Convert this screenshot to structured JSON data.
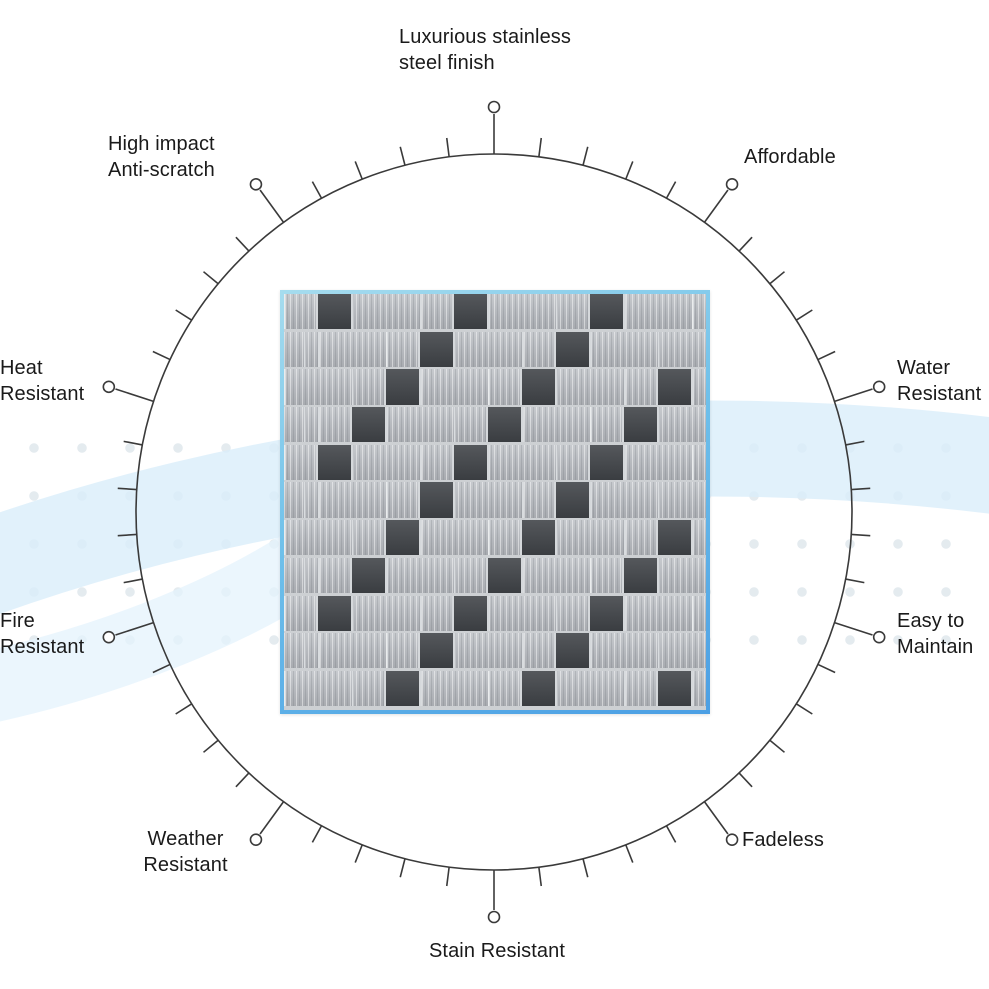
{
  "diagram": {
    "features": [
      {
        "id": "luxurious-finish",
        "label": "Luxurious stainless steel finish"
      },
      {
        "id": "affordable",
        "label": "Affordable"
      },
      {
        "id": "water-resistant",
        "label": "Water Resistant"
      },
      {
        "id": "easy-to-maintain",
        "label": "Easy to Maintain"
      },
      {
        "id": "fadeless",
        "label": "Fadeless"
      },
      {
        "id": "stain-resistant",
        "label": "Stain Resistant"
      },
      {
        "id": "weather-resistant",
        "label": "Weather Resistant"
      },
      {
        "id": "fire-resistant",
        "label": "Fire Resistant"
      },
      {
        "id": "heat-resistant",
        "label": "Heat Resistant"
      },
      {
        "id": "high-impact",
        "label": "High impact Anti-scratch"
      }
    ],
    "colors": {
      "line": "#3a3a3a",
      "text": "#1a1a1a",
      "swoosh_band": "#d9edfa",
      "tile_border_blue": "#4b9fe4",
      "tile_steel": "#b5b8bd",
      "tile_dark_square": "#3a3d41"
    }
  }
}
